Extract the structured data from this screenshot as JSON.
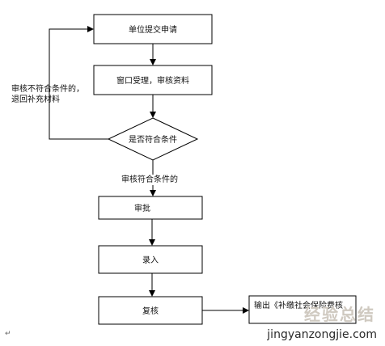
{
  "nodes": {
    "submit": "单位提交申请",
    "window": "窗口受理，审核资料",
    "decision": "是否符合条件",
    "approve": "审批",
    "entry": "录入",
    "recheck": "复核",
    "output": "输出《补缴社会保险费核"
  },
  "labels": {
    "reject": "审核不符合条件的，",
    "reject_line2": "退回补充材料",
    "accept": "审核符合条件的"
  },
  "watermark": {
    "text": "经验总结",
    "url": "jingyanzongjie.com"
  },
  "return_mark": "↵"
}
